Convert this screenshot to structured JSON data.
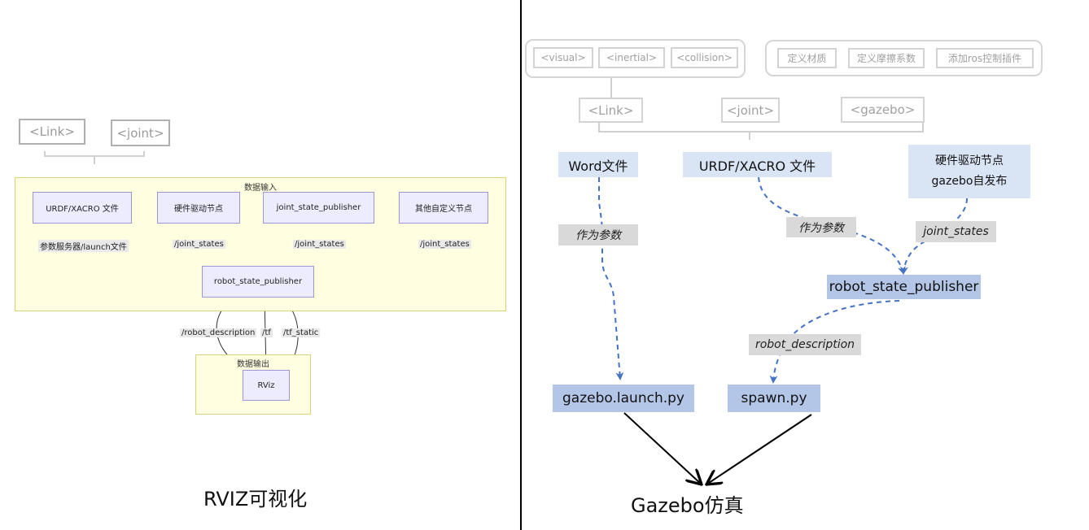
{
  "left": {
    "top_tags": [
      "<Link>",
      "<joint>"
    ],
    "input_zone_title": "数据输入",
    "input_nodes": [
      "URDF/XACRO 文件",
      "硬件驱动节点",
      "joint_state_publisher",
      "其他自定义节点"
    ],
    "input_edge_labels": [
      "参数服务器/launch文件",
      "/joint_states",
      "/joint_states",
      "/joint_states"
    ],
    "center_node": "robot_state_publisher",
    "output_edge_labels": [
      "/robot_description",
      "/tf",
      "/tf_static"
    ],
    "output_zone_title": "数据输出",
    "output_node": "RViz",
    "caption": "RVIZ可视化"
  },
  "right": {
    "group1_tags": [
      "<visual>",
      "<inertial>",
      "<collision>"
    ],
    "group2_tags": [
      "定义材质",
      "定义摩擦系数",
      "添加ros控制插件"
    ],
    "mid_tags": [
      "<Link>",
      "<joint>",
      "<gazebo>"
    ],
    "word_file": "Word文件",
    "urdf_file": "URDF/XACRO 文件",
    "hw_node_line1": "硬件驱动节点",
    "hw_node_line2": "gazebo自发布",
    "label_param1": "作为参数",
    "label_param2": "作为参数",
    "label_joint_states": "joint_states",
    "robot_state_publisher": "robot_state_publisher",
    "label_robot_description": "robot_description",
    "gazebo_launch": "gazebo.launch.py",
    "spawn": "spawn.py",
    "caption": "Gazebo仿真"
  }
}
